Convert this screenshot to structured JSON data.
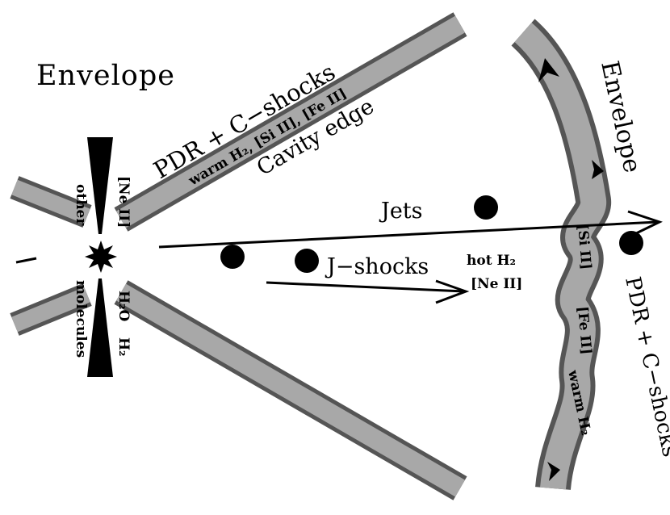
{
  "labels": {
    "envelope_left": "Envelope",
    "envelope_right": "Envelope",
    "pdr_cshocks_top": "PDR + C−shocks",
    "warm_h2_fe": "warm H₂, [Si II], [Fe II]",
    "cavity_edge": "Cavity edge",
    "jets": "Jets",
    "j_shocks": "J−shocks",
    "hot_h2": "hot H₂",
    "ne_ii_right": "[Ne II]",
    "si_ii": "[Si II]",
    "fe_ii": "[Fe II]",
    "warm_h2_bow": "warm H₂",
    "pdr_cshocks_right": "PDR + C−shocks",
    "ne_ii_left": "[Ne II]",
    "other": "other",
    "h2o": "H₂O",
    "h2": "H₂",
    "molecules": "molecules"
  },
  "colors": {
    "band_fill": "#a8a8a8",
    "band_edge": "#555555",
    "ink": "#000000"
  }
}
